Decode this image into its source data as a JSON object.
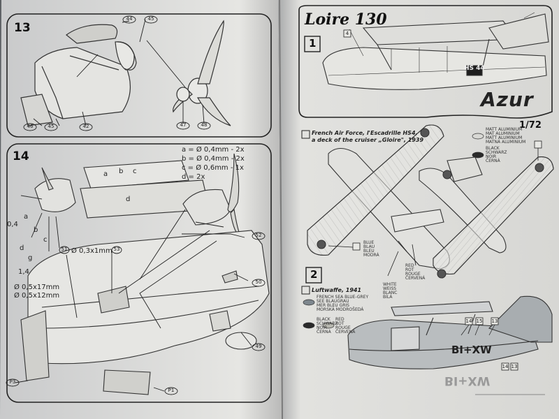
{
  "left_page": {
    "step13": {
      "number": "13",
      "parts": [
        "44",
        "45",
        "46",
        "45",
        "42",
        "47",
        "48"
      ]
    },
    "step14": {
      "number": "14",
      "dimensions": [
        "a = Ø 0,4mm - 2x",
        "b = Ø 0,4mm - 2x",
        "c = Ø 0,6mm - 1x",
        "d = 2x"
      ],
      "dim_letters": [
        "a",
        "b",
        "c",
        "d",
        "a",
        "b",
        "c",
        "d",
        "g"
      ],
      "measure_labels": [
        "0,4",
        "1,4",
        "Ø 0,5x17mm",
        "Ø 0,5x12mm",
        "Ø 0,3x1mm"
      ],
      "parts": [
        "51",
        "53",
        "52",
        "50",
        "49",
        "P3",
        "P1"
      ]
    }
  },
  "right_page": {
    "title": "Loire 130",
    "brand": "Azur",
    "scale": "1/72",
    "scheme1": {
      "badge": "1",
      "caption": [
        "French Air Force, l'Escadrille HS4,",
        "a deck of the cruiser „Gloire\", 1939"
      ],
      "aircraft_code": "HS 44",
      "color_chips": [
        {
          "name": "top",
          "text": "MATT ALUMINIUM\nMAT ALUMINIUM\nMATT ALUMINIUM\nMATNÁ ALUMINIUM",
          "color": "#d8d8d4"
        },
        {
          "name": "black",
          "text": "BLACK\nSCHWARZ\nNOIR\nČERNÁ",
          "color": "#2a2a2a"
        }
      ],
      "roundel_labels": [
        "BLUE\nBLAU\nBLEU\nMODRÁ",
        "RED\nROT\nROUGE\nČERVENÁ",
        "WHITE\nWEISS\nBLANC\nBÍLÁ"
      ]
    },
    "scheme2": {
      "badge": "2",
      "caption": "Luftwaffe, 1941",
      "code": "BI+XW",
      "code_top": "BI+XW",
      "color_chips": [
        {
          "text": "FRENCH SEA BLUE-GREY\nSEE BLAUGRAU\nMER BLEU GRIS\nMORSKÁ MODROŠEDÁ",
          "color": "#7e878e"
        },
        {
          "text": "BLACK\nSCHWARZ\nNOIR\nČERNÁ",
          "color": "#2a2a2a"
        },
        {
          "text": "RED\nROT\nROUGE\nČERVENÁ",
          "color": "#b8b8b0"
        }
      ],
      "callouts": [
        "14",
        "15",
        "13",
        "14",
        "13"
      ]
    },
    "callout_side": "4"
  }
}
